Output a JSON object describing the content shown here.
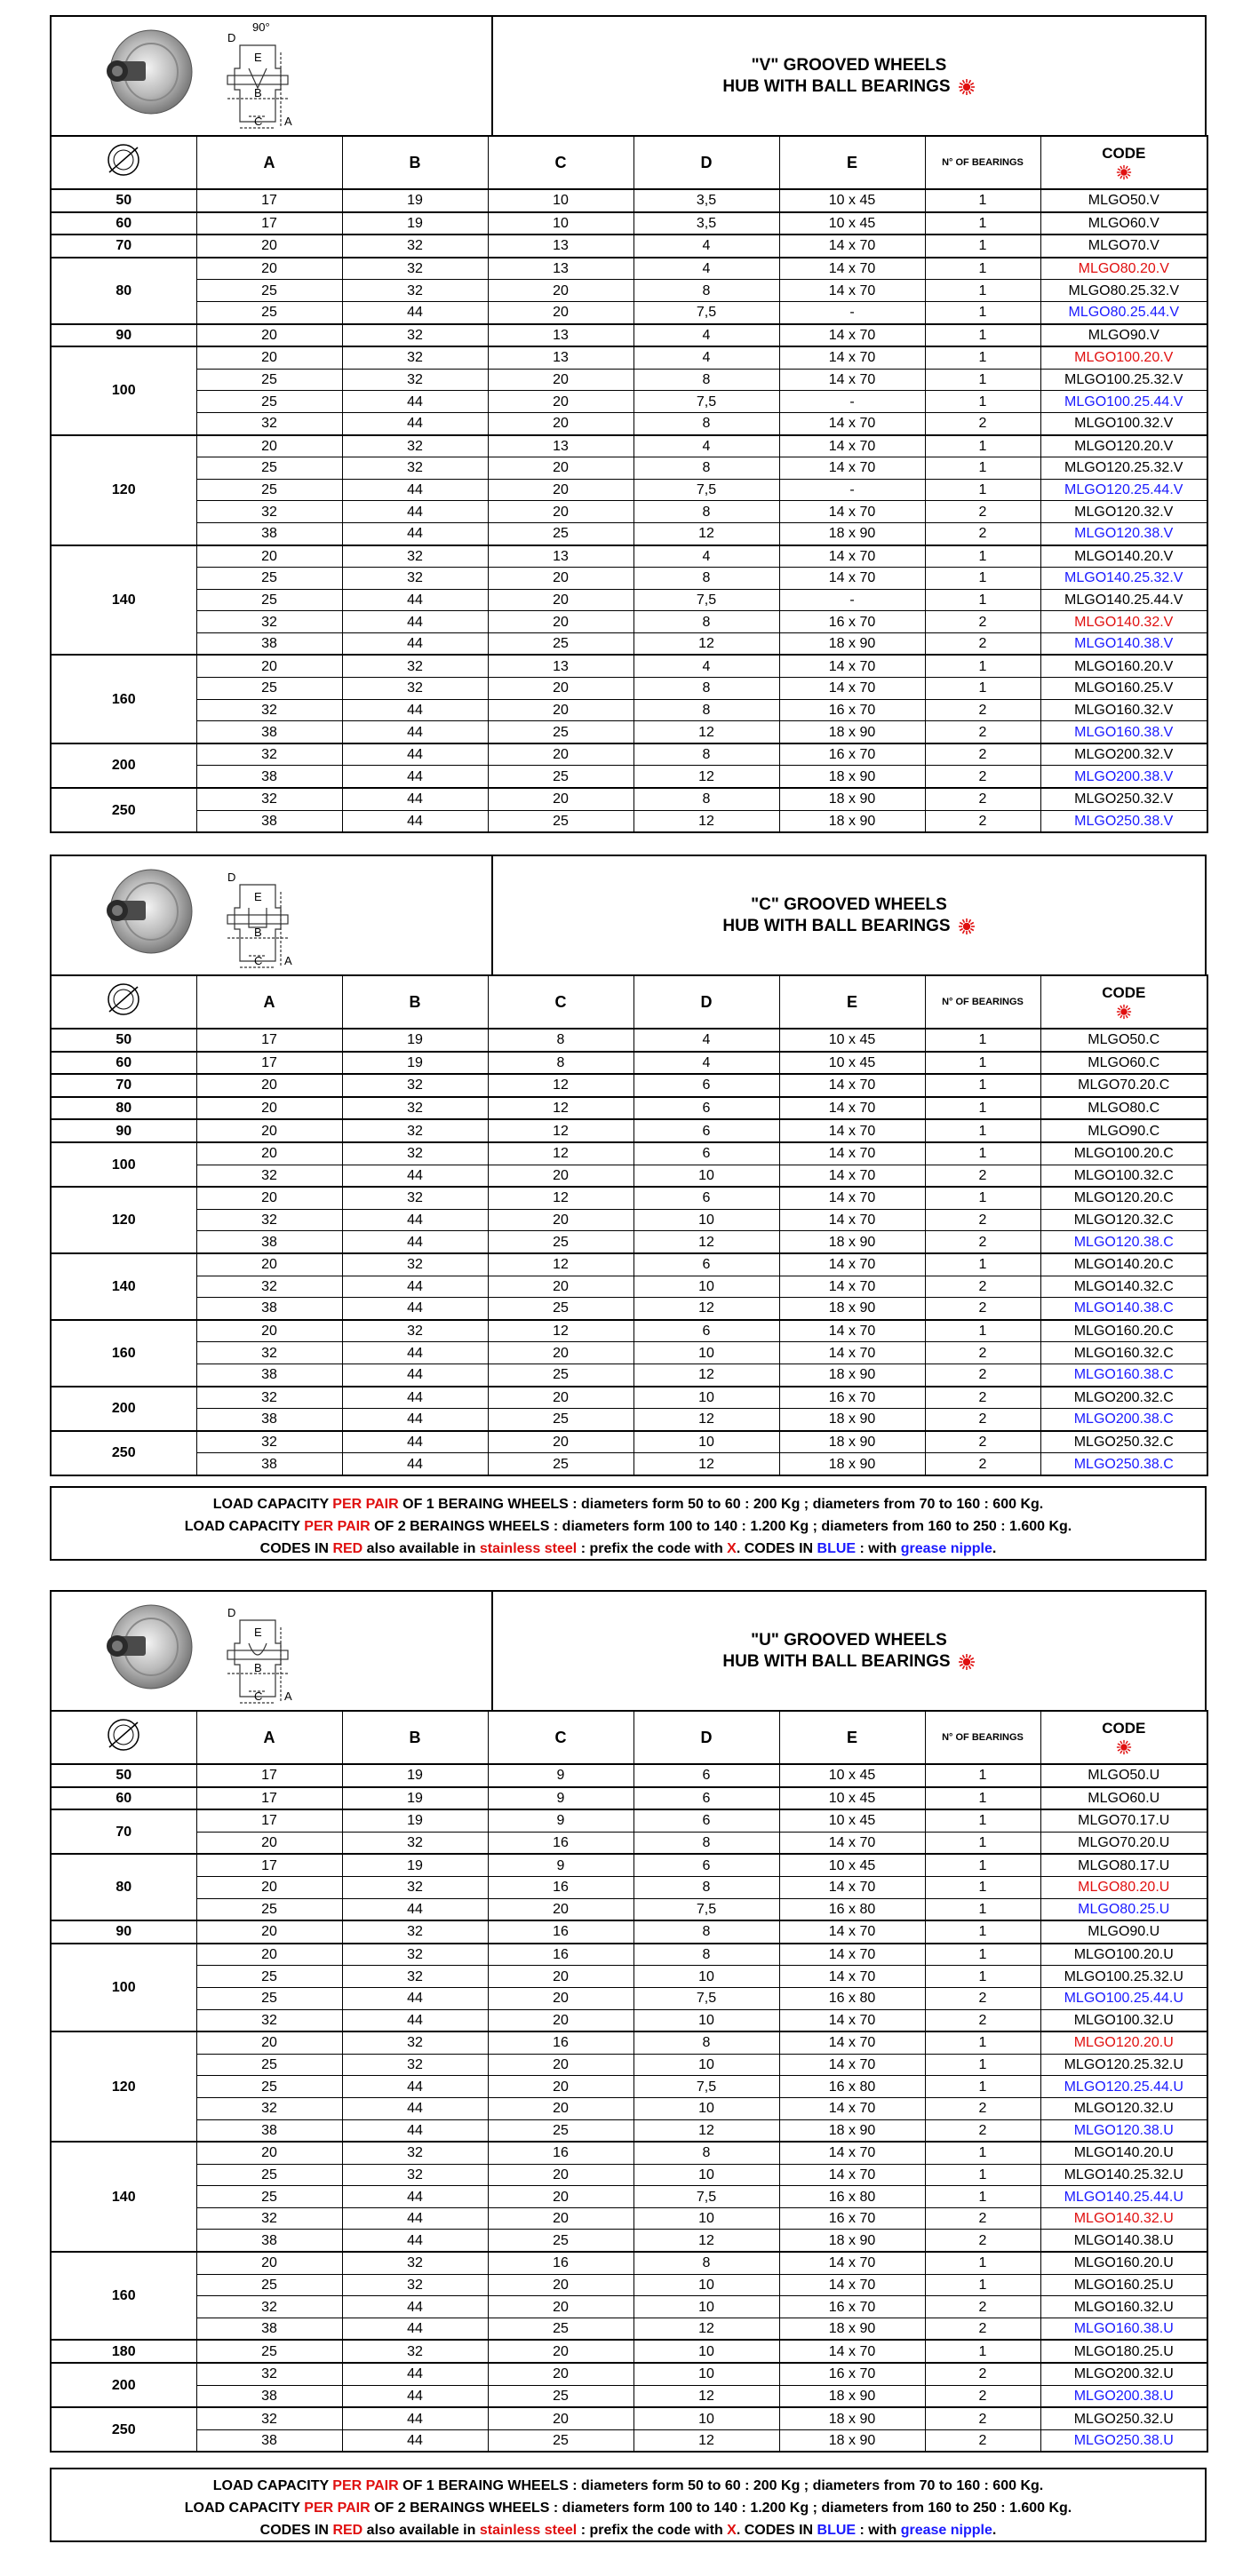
{
  "header_icon": "pulley-wheel-icon",
  "code_icon": "red-sun-icon",
  "colors": {
    "red": "#e01010",
    "blue": "#1a1aff"
  },
  "diagram_labels": {
    "angle": "90°",
    "d": "D",
    "e": "E",
    "b": "B",
    "c": "C",
    "a": "A"
  },
  "columns": [
    "A",
    "B",
    "C",
    "D",
    "E",
    "N° OF BEARINGS",
    "CODE"
  ],
  "sections": [
    {
      "title1": "\"V\" GROOVED WHEELS",
      "title2": "HUB WITH BALL BEARINGS",
      "groups": [
        {
          "dia": "50",
          "rows": [
            [
              "17",
              "19",
              "10",
              "3,5",
              "10 x 45",
              "1",
              "MLGO50.V",
              ""
            ]
          ]
        },
        {
          "dia": "60",
          "rows": [
            [
              "17",
              "19",
              "10",
              "3,5",
              "10 x 45",
              "1",
              "MLGO60.V",
              ""
            ]
          ]
        },
        {
          "dia": "70",
          "rows": [
            [
              "20",
              "32",
              "13",
              "4",
              "14 x 70",
              "1",
              "MLGO70.V",
              ""
            ]
          ]
        },
        {
          "dia": "80",
          "rows": [
            [
              "20",
              "32",
              "13",
              "4",
              "14 x 70",
              "1",
              "MLGO80.20.V",
              "red"
            ],
            [
              "25",
              "32",
              "20",
              "8",
              "14 x 70",
              "1",
              "MLGO80.25.32.V",
              ""
            ],
            [
              "25",
              "44",
              "20",
              "7,5",
              "-",
              "1",
              "MLGO80.25.44.V",
              "blue"
            ]
          ]
        },
        {
          "dia": "90",
          "rows": [
            [
              "20",
              "32",
              "13",
              "4",
              "14 x 70",
              "1",
              "MLGO90.V",
              ""
            ]
          ]
        },
        {
          "dia": "100",
          "rows": [
            [
              "20",
              "32",
              "13",
              "4",
              "14 x 70",
              "1",
              "MLGO100.20.V",
              "red"
            ],
            [
              "25",
              "32",
              "20",
              "8",
              "14 x 70",
              "1",
              "MLGO100.25.32.V",
              ""
            ],
            [
              "25",
              "44",
              "20",
              "7,5",
              "-",
              "1",
              "MLGO100.25.44.V",
              "blue"
            ],
            [
              "32",
              "44",
              "20",
              "8",
              "14 x 70",
              "2",
              "MLGO100.32.V",
              ""
            ]
          ]
        },
        {
          "dia": "120",
          "rows": [
            [
              "20",
              "32",
              "13",
              "4",
              "14 x 70",
              "1",
              "MLGO120.20.V",
              ""
            ],
            [
              "25",
              "32",
              "20",
              "8",
              "14 x 70",
              "1",
              "MLGO120.25.32.V",
              ""
            ],
            [
              "25",
              "44",
              "20",
              "7,5",
              "-",
              "1",
              "MLGO120.25.44.V",
              "blue"
            ],
            [
              "32",
              "44",
              "20",
              "8",
              "14 x 70",
              "2",
              "MLGO120.32.V",
              ""
            ],
            [
              "38",
              "44",
              "25",
              "12",
              "18 x 90",
              "2",
              "MLGO120.38.V",
              "blue"
            ]
          ]
        },
        {
          "dia": "140",
          "rows": [
            [
              "20",
              "32",
              "13",
              "4",
              "14 x 70",
              "1",
              "MLGO140.20.V",
              ""
            ],
            [
              "25",
              "32",
              "20",
              "8",
              "14 x 70",
              "1",
              "MLGO140.25.32.V",
              "blue"
            ],
            [
              "25",
              "44",
              "20",
              "7,5",
              "-",
              "1",
              "MLGO140.25.44.V",
              ""
            ],
            [
              "32",
              "44",
              "20",
              "8",
              "16 x 70",
              "2",
              "MLGO140.32.V",
              "red"
            ],
            [
              "38",
              "44",
              "25",
              "12",
              "18 x 90",
              "2",
              "MLGO140.38.V",
              "blue"
            ]
          ]
        },
        {
          "dia": "160",
          "rows": [
            [
              "20",
              "32",
              "13",
              "4",
              "14 x 70",
              "1",
              "MLGO160.20.V",
              ""
            ],
            [
              "25",
              "32",
              "20",
              "8",
              "14 x 70",
              "1",
              "MLGO160.25.V",
              ""
            ],
            [
              "32",
              "44",
              "20",
              "8",
              "16 x 70",
              "2",
              "MLGO160.32.V",
              ""
            ],
            [
              "38",
              "44",
              "25",
              "12",
              "18 x 90",
              "2",
              "MLGO160.38.V",
              "blue"
            ]
          ]
        },
        {
          "dia": "200",
          "rows": [
            [
              "32",
              "44",
              "20",
              "8",
              "16 x 70",
              "2",
              "MLGO200.32.V",
              ""
            ],
            [
              "38",
              "44",
              "25",
              "12",
              "18 x 90",
              "2",
              "MLGO200.38.V",
              "blue"
            ]
          ]
        },
        {
          "dia": "250",
          "rows": [
            [
              "32",
              "44",
              "20",
              "8",
              "18 x 90",
              "2",
              "MLGO250.32.V",
              ""
            ],
            [
              "38",
              "44",
              "25",
              "12",
              "18 x 90",
              "2",
              "MLGO250.38.V",
              "blue"
            ]
          ]
        }
      ]
    },
    {
      "title1": "\"C\" GROOVED WHEELS",
      "title2": "HUB WITH BALL BEARINGS",
      "groups": [
        {
          "dia": "50",
          "rows": [
            [
              "17",
              "19",
              "8",
              "4",
              "10 x 45",
              "1",
              "MLGO50.C",
              ""
            ]
          ]
        },
        {
          "dia": "60",
          "rows": [
            [
              "17",
              "19",
              "8",
              "4",
              "10 x 45",
              "1",
              "MLGO60.C",
              ""
            ]
          ]
        },
        {
          "dia": "70",
          "rows": [
            [
              "20",
              "32",
              "12",
              "6",
              "14 x 70",
              "1",
              "MLGO70.20.C",
              ""
            ]
          ]
        },
        {
          "dia": "80",
          "rows": [
            [
              "20",
              "32",
              "12",
              "6",
              "14 x 70",
              "1",
              "MLGO80.C",
              ""
            ]
          ]
        },
        {
          "dia": "90",
          "rows": [
            [
              "20",
              "32",
              "12",
              "6",
              "14 x 70",
              "1",
              "MLGO90.C",
              ""
            ]
          ]
        },
        {
          "dia": "100",
          "rows": [
            [
              "20",
              "32",
              "12",
              "6",
              "14 x 70",
              "1",
              "MLGO100.20.C",
              ""
            ],
            [
              "32",
              "44",
              "20",
              "10",
              "14 x 70",
              "2",
              "MLGO100.32.C",
              ""
            ]
          ]
        },
        {
          "dia": "120",
          "rows": [
            [
              "20",
              "32",
              "12",
              "6",
              "14 x 70",
              "1",
              "MLGO120.20.C",
              ""
            ],
            [
              "32",
              "44",
              "20",
              "10",
              "14 x 70",
              "2",
              "MLGO120.32.C",
              ""
            ],
            [
              "38",
              "44",
              "25",
              "12",
              "18 x 90",
              "2",
              "MLGO120.38.C",
              "blue"
            ]
          ]
        },
        {
          "dia": "140",
          "rows": [
            [
              "20",
              "32",
              "12",
              "6",
              "14 x 70",
              "1",
              "MLGO140.20.C",
              ""
            ],
            [
              "32",
              "44",
              "20",
              "10",
              "14 x 70",
              "2",
              "MLGO140.32.C",
              ""
            ],
            [
              "38",
              "44",
              "25",
              "12",
              "18 x 90",
              "2",
              "MLGO140.38.C",
              "blue"
            ]
          ]
        },
        {
          "dia": "160",
          "rows": [
            [
              "20",
              "32",
              "12",
              "6",
              "14 x 70",
              "1",
              "MLGO160.20.C",
              ""
            ],
            [
              "32",
              "44",
              "20",
              "10",
              "14 x 70",
              "2",
              "MLGO160.32.C",
              ""
            ],
            [
              "38",
              "44",
              "25",
              "12",
              "18 x 90",
              "2",
              "MLGO160.38.C",
              "blue"
            ]
          ]
        },
        {
          "dia": "200",
          "rows": [
            [
              "32",
              "44",
              "20",
              "10",
              "16 x 70",
              "2",
              "MLGO200.32.C",
              ""
            ],
            [
              "38",
              "44",
              "25",
              "12",
              "18 x 90",
              "2",
              "MLGO200.38.C",
              "blue"
            ]
          ]
        },
        {
          "dia": "250",
          "rows": [
            [
              "32",
              "44",
              "20",
              "10",
              "18 x 90",
              "2",
              "MLGO250.32.C",
              ""
            ],
            [
              "38",
              "44",
              "25",
              "12",
              "18 x 90",
              "2",
              "MLGO250.38.C",
              "blue"
            ]
          ]
        }
      ]
    },
    {
      "title1": "\"U\" GROOVED WHEELS",
      "title2": "HUB WITH BALL BEARINGS",
      "groups": [
        {
          "dia": "50",
          "rows": [
            [
              "17",
              "19",
              "9",
              "6",
              "10 x 45",
              "1",
              "MLGO50.U",
              ""
            ]
          ]
        },
        {
          "dia": "60",
          "rows": [
            [
              "17",
              "19",
              "9",
              "6",
              "10 x 45",
              "1",
              "MLGO60.U",
              ""
            ]
          ]
        },
        {
          "dia": "70",
          "rows": [
            [
              "17",
              "19",
              "9",
              "6",
              "10 x 45",
              "1",
              "MLGO70.17.U",
              ""
            ],
            [
              "20",
              "32",
              "16",
              "8",
              "14 x 70",
              "1",
              "MLGO70.20.U",
              ""
            ]
          ]
        },
        {
          "dia": "80",
          "rows": [
            [
              "17",
              "19",
              "9",
              "6",
              "10 x 45",
              "1",
              "MLGO80.17.U",
              ""
            ],
            [
              "20",
              "32",
              "16",
              "8",
              "14 x 70",
              "1",
              "MLGO80.20.U",
              "red"
            ],
            [
              "25",
              "44",
              "20",
              "7,5",
              "16 x 80",
              "1",
              "MLGO80.25.U",
              "blue"
            ]
          ]
        },
        {
          "dia": "90",
          "rows": [
            [
              "20",
              "32",
              "16",
              "8",
              "14 x 70",
              "1",
              "MLGO90.U",
              ""
            ]
          ]
        },
        {
          "dia": "100",
          "rows": [
            [
              "20",
              "32",
              "16",
              "8",
              "14 x 70",
              "1",
              "MLGO100.20.U",
              ""
            ],
            [
              "25",
              "32",
              "20",
              "10",
              "14 x 70",
              "1",
              "MLGO100.25.32.U",
              ""
            ],
            [
              "25",
              "44",
              "20",
              "7,5",
              "16 x 80",
              "2",
              "MLGO100.25.44.U",
              "blue"
            ],
            [
              "32",
              "44",
              "20",
              "10",
              "14 x 70",
              "2",
              "MLGO100.32.U",
              ""
            ]
          ]
        },
        {
          "dia": "120",
          "rows": [
            [
              "20",
              "32",
              "16",
              "8",
              "14 x 70",
              "1",
              "MLGO120.20.U",
              "red"
            ],
            [
              "25",
              "32",
              "20",
              "10",
              "14 x 70",
              "1",
              "MLGO120.25.32.U",
              ""
            ],
            [
              "25",
              "44",
              "20",
              "7,5",
              "16 x 80",
              "1",
              "MLGO120.25.44.U",
              "blue"
            ],
            [
              "32",
              "44",
              "20",
              "10",
              "14 x 70",
              "2",
              "MLGO120.32.U",
              ""
            ],
            [
              "38",
              "44",
              "25",
              "12",
              "18 x 90",
              "2",
              "MLGO120.38.U",
              "blue"
            ]
          ]
        },
        {
          "dia": "140",
          "rows": [
            [
              "20",
              "32",
              "16",
              "8",
              "14 x 70",
              "1",
              "MLGO140.20.U",
              ""
            ],
            [
              "25",
              "32",
              "20",
              "10",
              "14 x 70",
              "1",
              "MLGO140.25.32.U",
              ""
            ],
            [
              "25",
              "44",
              "20",
              "7,5",
              "16 x 80",
              "1",
              "MLGO140.25.44.U",
              "blue"
            ],
            [
              "32",
              "44",
              "20",
              "10",
              "16 x 70",
              "2",
              "MLGO140.32.U",
              "red"
            ],
            [
              "38",
              "44",
              "25",
              "12",
              "18 x 90",
              "2",
              "MLGO140.38.U",
              ""
            ]
          ]
        },
        {
          "dia": "160",
          "rows": [
            [
              "20",
              "32",
              "16",
              "8",
              "14 x 70",
              "1",
              "MLGO160.20.U",
              ""
            ],
            [
              "25",
              "32",
              "20",
              "10",
              "14 x 70",
              "1",
              "MLGO160.25.U",
              ""
            ],
            [
              "32",
              "44",
              "20",
              "10",
              "16 x 70",
              "2",
              "MLGO160.32.U",
              ""
            ],
            [
              "38",
              "44",
              "25",
              "12",
              "18 x 90",
              "2",
              "MLGO160.38.U",
              "blue"
            ]
          ]
        },
        {
          "dia": "180",
          "rows": [
            [
              "25",
              "32",
              "20",
              "10",
              "14 x 70",
              "1",
              "MLGO180.25.U",
              ""
            ]
          ]
        },
        {
          "dia": "200",
          "rows": [
            [
              "32",
              "44",
              "20",
              "10",
              "16 x 70",
              "2",
              "MLGO200.32.U",
              ""
            ],
            [
              "38",
              "44",
              "25",
              "12",
              "18 x 90",
              "2",
              "MLGO200.38.U",
              "blue"
            ]
          ]
        },
        {
          "dia": "250",
          "rows": [
            [
              "32",
              "44",
              "20",
              "10",
              "18 x 90",
              "2",
              "MLGO250.32.U",
              ""
            ],
            [
              "38",
              "44",
              "25",
              "12",
              "18 x 90",
              "2",
              "MLGO250.38.U",
              "blue"
            ]
          ]
        }
      ]
    }
  ],
  "note": {
    "l1a": "LOAD CAPACITY ",
    "l1b": "PER PAIR",
    "l1c": " OF 1 BERAING WHEELS : diameters form 50 to 60 : 200 Kg ; diameters from 70 to 160 : 600 Kg.",
    "l2a": "LOAD CAPACITY ",
    "l2b": "PER PAIR",
    "l2c": " OF 2 BERAINGS WHEELS : diameters form 100 to 140 : 1.200 Kg ; diameters from 160 to 250 : 1.600 Kg.",
    "l3a": "CODES IN ",
    "l3b": "RED",
    "l3c": " also available in ",
    "l3d": "stainless steel",
    "l3e": " : prefix the code with ",
    "l3f": "X",
    "l3g": ". CODES IN ",
    "l3h": "BLUE",
    "l3i": " : with ",
    "l3j": "grease nipple",
    "l3k": "."
  }
}
